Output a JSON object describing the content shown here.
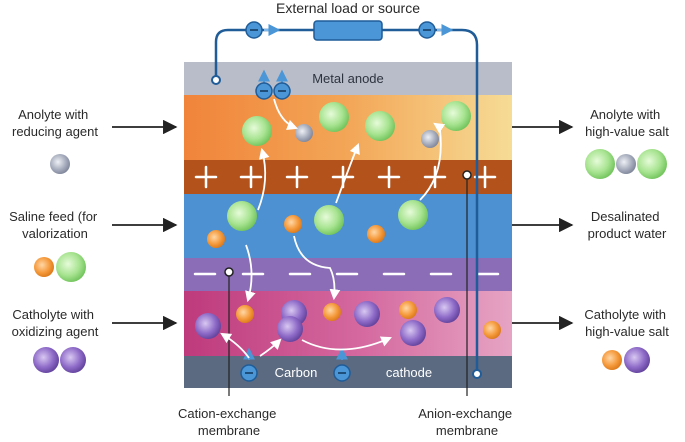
{
  "title_top": "External load or source",
  "anode_label": "Metal anode",
  "cathode_label_left": "Carbon",
  "cathode_label_right": "cathode",
  "left_labels": {
    "anolyte": [
      "Anolyte with",
      "reducing agent"
    ],
    "saline": [
      "Saline feed (for",
      "valorization"
    ],
    "catholyte": [
      "Catholyte with",
      "oxidizing agent"
    ]
  },
  "right_labels": {
    "anolyte_out": [
      "Anolyte with",
      "high-value salt"
    ],
    "desalinated": [
      "Desalinated",
      "product water"
    ],
    "catholyte_out": [
      "Catholyte with",
      "high-value salt"
    ]
  },
  "bottom_labels": {
    "cation_membrane": [
      "Cation-exchange",
      "membrane"
    ],
    "anion_membrane": [
      "Anion-exchange",
      "membrane"
    ]
  },
  "symbols": {
    "electron": "−",
    "plus": "+",
    "minus": "−"
  },
  "colors": {
    "anode": "#b7bcc8",
    "anolyte_left": "#f0883a",
    "anolyte_right": "#f5d98e",
    "aem": "#b8541c",
    "saline": "#4a8fd0",
    "cem": "#8a6cb5",
    "catholyte_left": "#c2407e",
    "catholyte_right": "#e38eb3",
    "cathode": "#5b6a80",
    "wire": "#1f5c98",
    "load": "#4a96d6",
    "green": "#9ee28a",
    "orange": "#f59a3c",
    "purple": "#8a68c4",
    "grey": "#9aa2b4"
  }
}
